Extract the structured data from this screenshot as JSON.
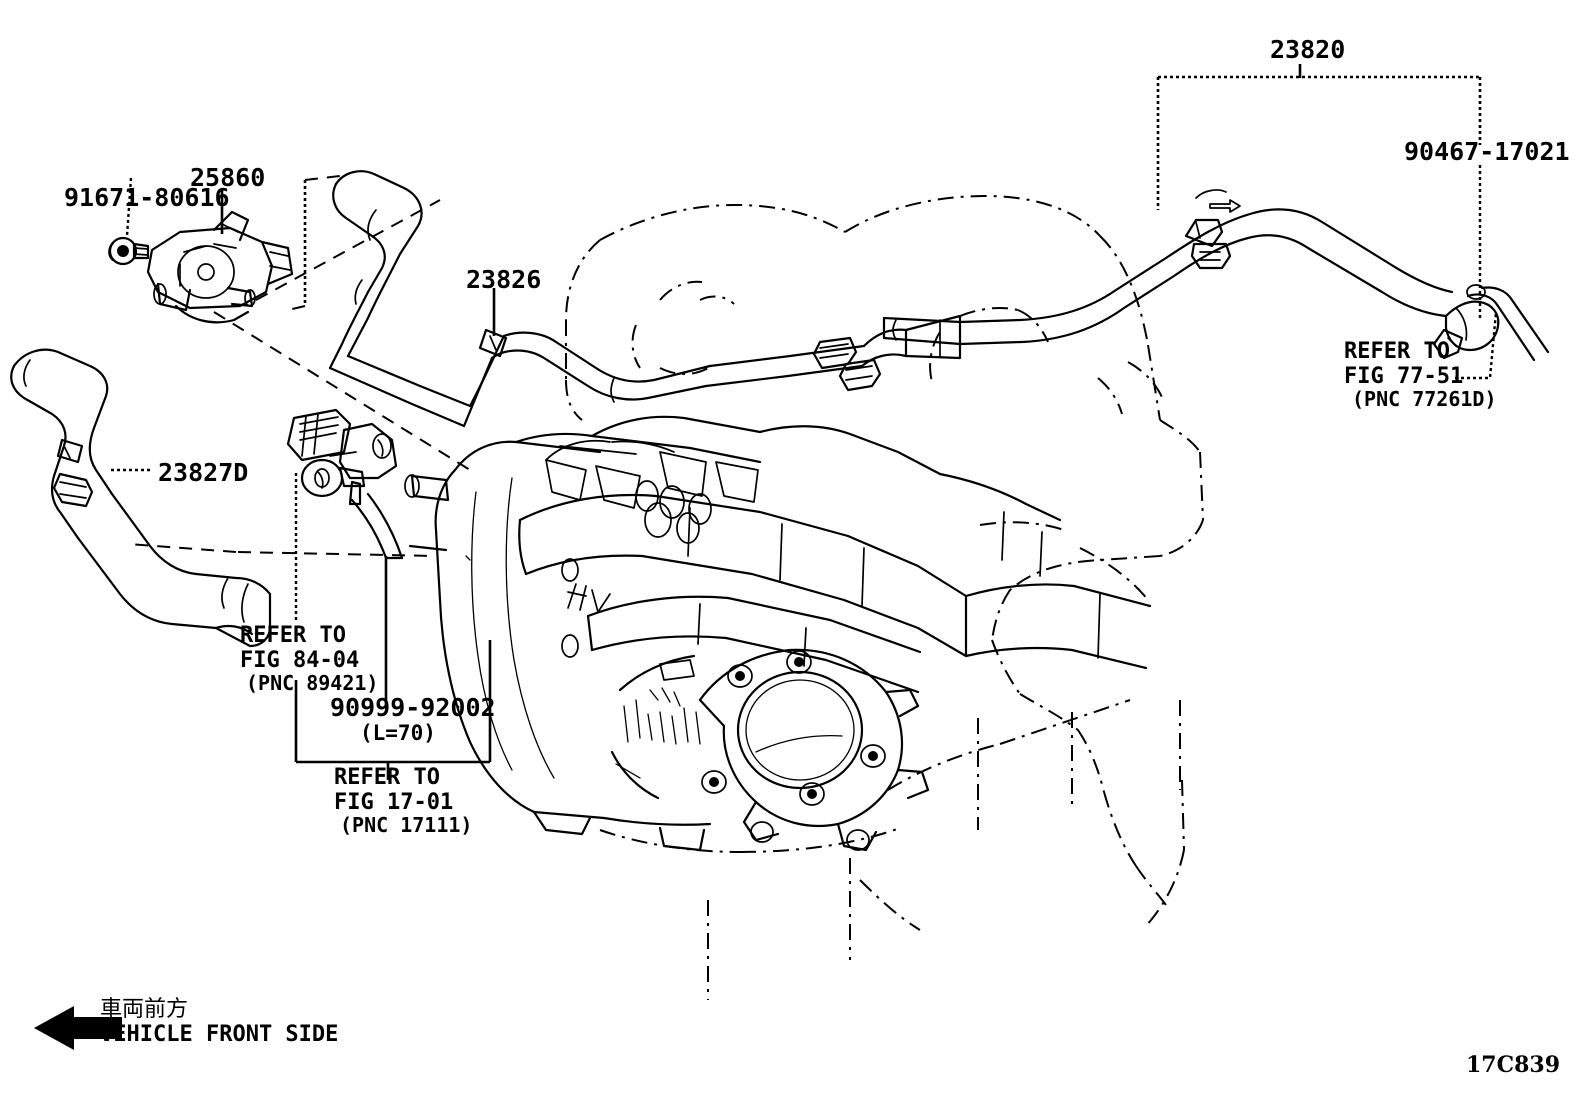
{
  "figure": {
    "id": "17C839",
    "type": "toyota-epc-parts-diagram",
    "subject": "Intake manifold / ventilation hose assembly"
  },
  "labels": {
    "bolt": "91671-80616",
    "purge_valve": "25860",
    "hose_23826": "23826",
    "hose_23827d": "23827D",
    "hose_23820": "23820",
    "clamp_90467": "90467-17021",
    "clip_90999": "90999-92002",
    "clip_90999_sub": "(L=70)"
  },
  "references": [
    {
      "id": "ref-77-51",
      "line1": "REFER TO",
      "line2": "FIG 77-51",
      "line3": "(PNC 77261D)"
    },
    {
      "id": "ref-84-04",
      "line1": "REFER TO",
      "line2": "FIG 84-04",
      "line3": "(PNC 89421)"
    },
    {
      "id": "ref-17-01",
      "line1": "REFER TO",
      "line2": "FIG 17-01",
      "line3": "(PNC 17111)"
    }
  ],
  "orientation": {
    "jp": "車両前方",
    "en": "VEHICLE FRONT SIDE",
    "arrow": "arrow-left-icon"
  },
  "colors": {
    "line": "#000000",
    "background": "#ffffff"
  }
}
